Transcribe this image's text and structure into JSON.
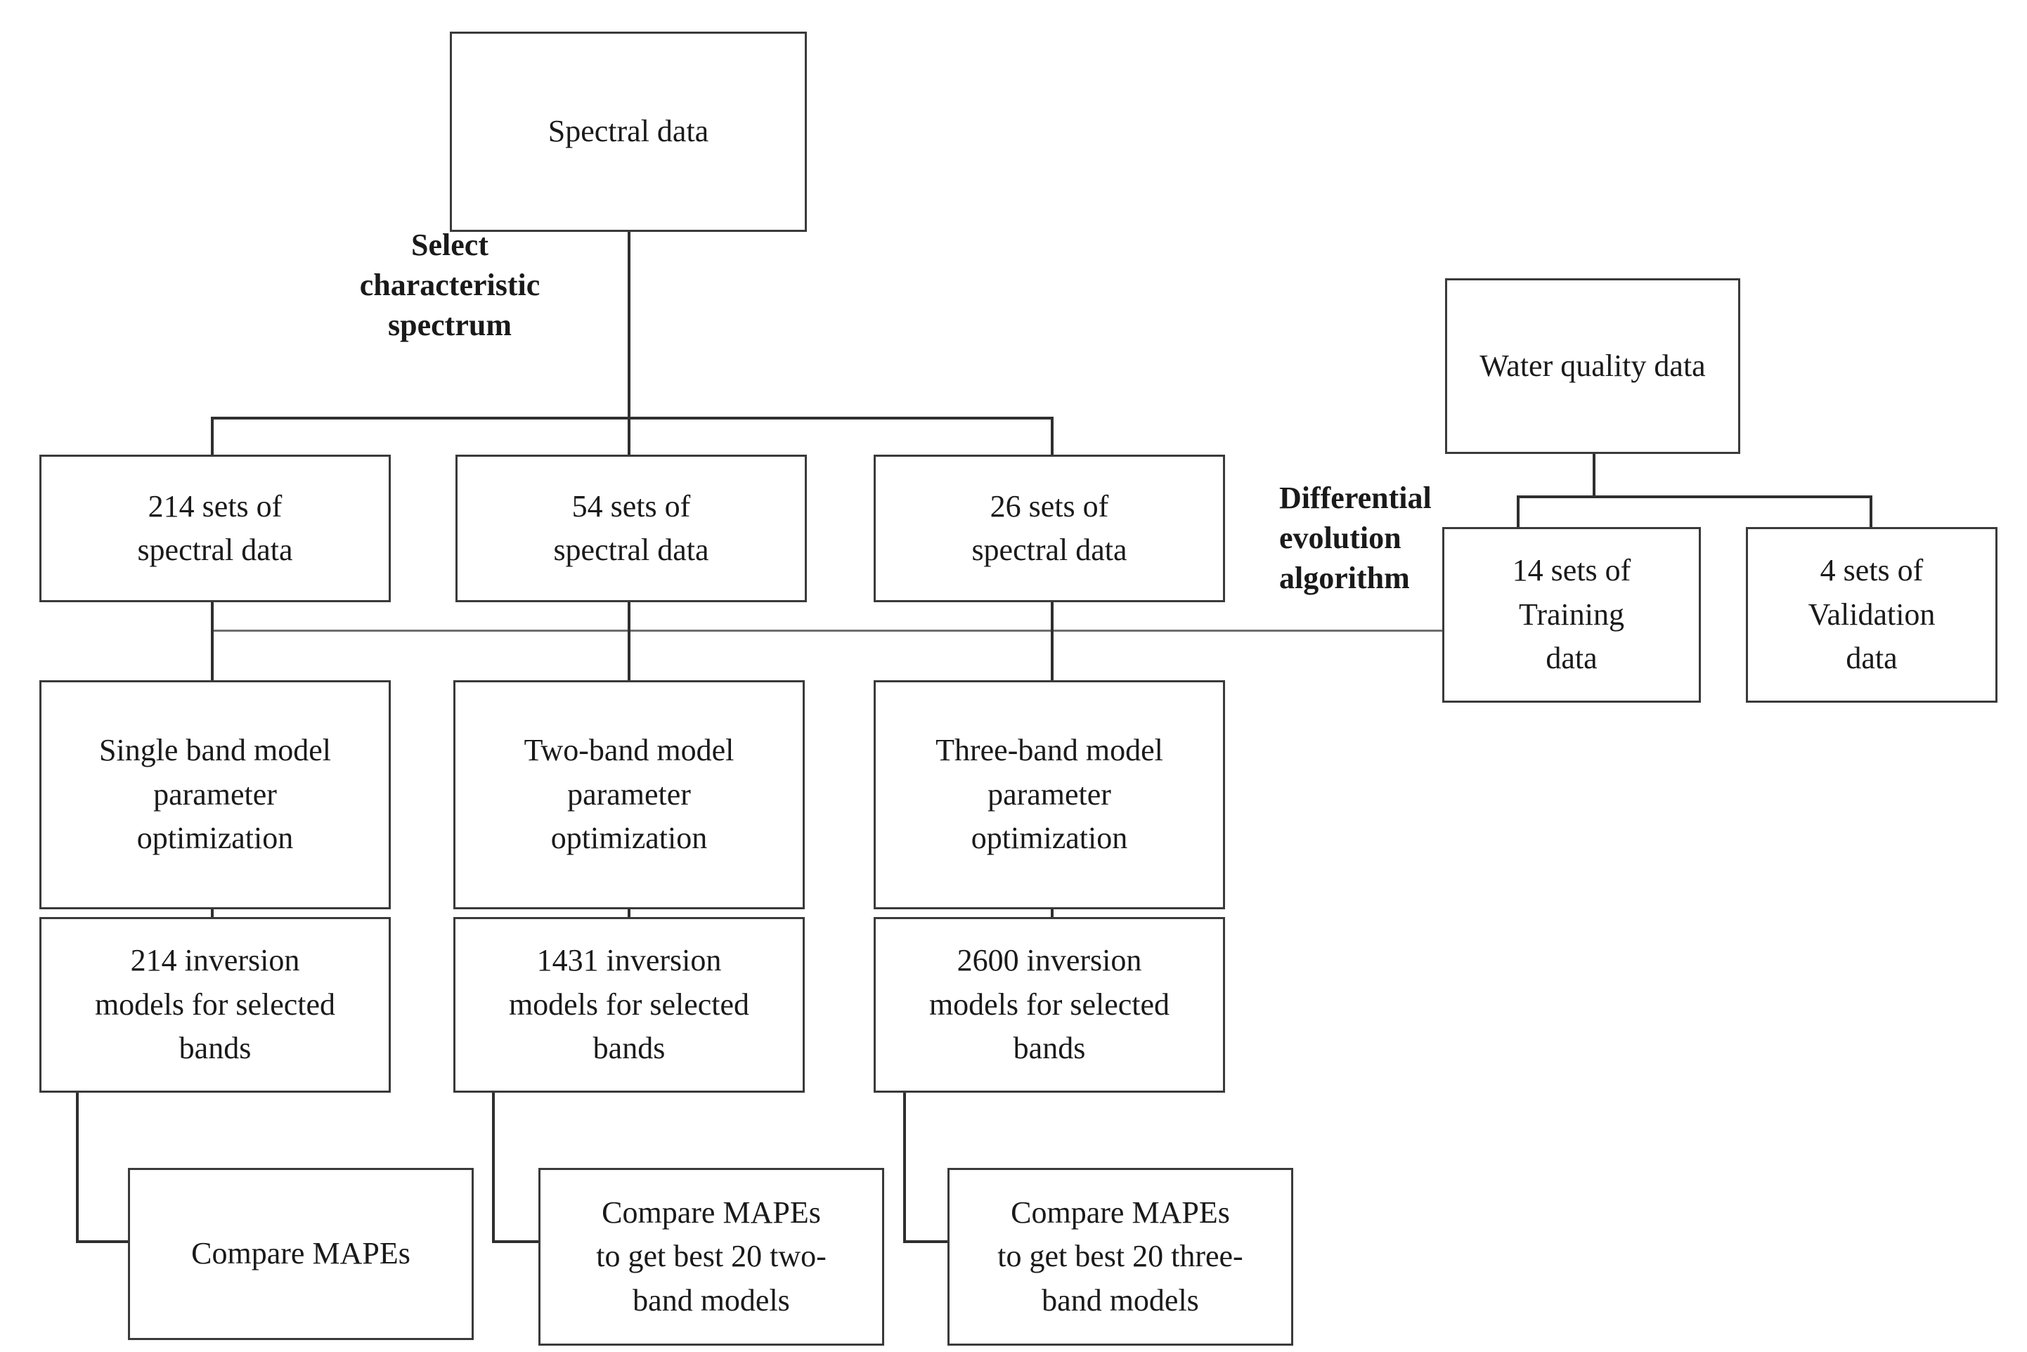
{
  "diagram": {
    "title_text": "Spectral data",
    "nodes": {
      "spectral_data": "Spectral data",
      "sets_214": "214 sets of\nspectral data",
      "sets_214_l1": "214 sets of",
      "sets_214_l2": "spectral data",
      "sets_54_l1": "54 sets of",
      "sets_54_l2": "spectral data",
      "sets_26_l1": "26 sets of",
      "sets_26_l2": "spectral data",
      "water_quality": "Water quality data",
      "training_l1": "14 sets of",
      "training_l2": "Training",
      "training_l3": "data",
      "validation_l1": "4 sets of",
      "validation_l2": "Validation",
      "validation_l3": "data",
      "single_band_l1": "Single band model",
      "single_band_l2": "parameter",
      "single_band_l3": "optimization",
      "two_band_l1": "Two-band model",
      "two_band_l2": "parameter",
      "two_band_l3": "optimization",
      "three_band_l1": "Three-band model",
      "three_band_l2": "parameter",
      "three_band_l3": "optimization",
      "inv214_l1": "214 inversion",
      "inv214_l2": "models for selected",
      "inv214_l3": "bands",
      "inv1431_l1": "1431 inversion",
      "inv1431_l2": "models for selected",
      "inv1431_l3": "bands",
      "inv2600_l1": "2600 inversion",
      "inv2600_l2": "models for selected",
      "inv2600_l3": "bands",
      "compare_mapes": "Compare MAPEs",
      "compare_two_l1": "Compare MAPEs",
      "compare_two_l2": "to get best 20 two-",
      "compare_two_l3": "band models",
      "compare_three_l1": "Compare MAPEs",
      "compare_three_l2": "to get best 20 three-",
      "compare_three_l3": "band models"
    },
    "edge_labels": {
      "select_characteristic_l1": "Select",
      "select_characteristic_l2": "characteristic",
      "select_characteristic_l3": "spectrum",
      "differential_l1": "Differential",
      "differential_l2": "evolution",
      "differential_l3": "algorithm"
    },
    "colors": {
      "box_border": "#3a3a3a",
      "connector": "#2f2f2f",
      "connector_thin": "#6f6f6f",
      "text": "#1a1a1a",
      "background": "#ffffff"
    }
  }
}
